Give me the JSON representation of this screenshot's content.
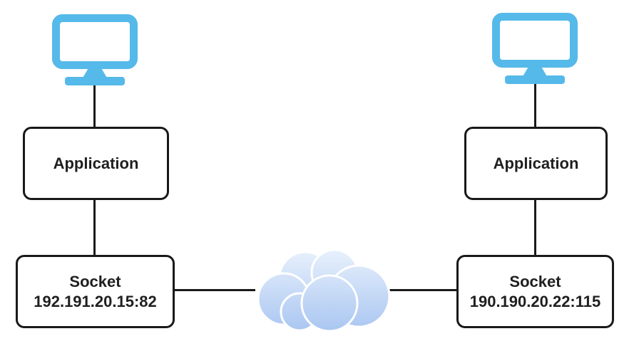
{
  "nodes": {
    "left_computer": {
      "icon": "monitor-icon"
    },
    "left_application": {
      "label": "Application"
    },
    "left_socket": {
      "title": "Socket",
      "address": "192.191.20.15:82"
    },
    "network_cloud": {
      "icon": "cloud-icon"
    },
    "right_computer": {
      "icon": "monitor-icon"
    },
    "right_application": {
      "label": "Application"
    },
    "right_socket": {
      "title": "Socket",
      "address": "190.190.20.22:115"
    }
  },
  "colors": {
    "monitor_blue": "#55B9E9",
    "cloud_gradient_top": "#EDF4FD",
    "cloud_gradient_bottom": "#A8C5F1",
    "connector_black": "#1A1A1A",
    "box_border": "#191919",
    "box_background": "#FFFFFF",
    "text_color": "#1F1F1F"
  }
}
